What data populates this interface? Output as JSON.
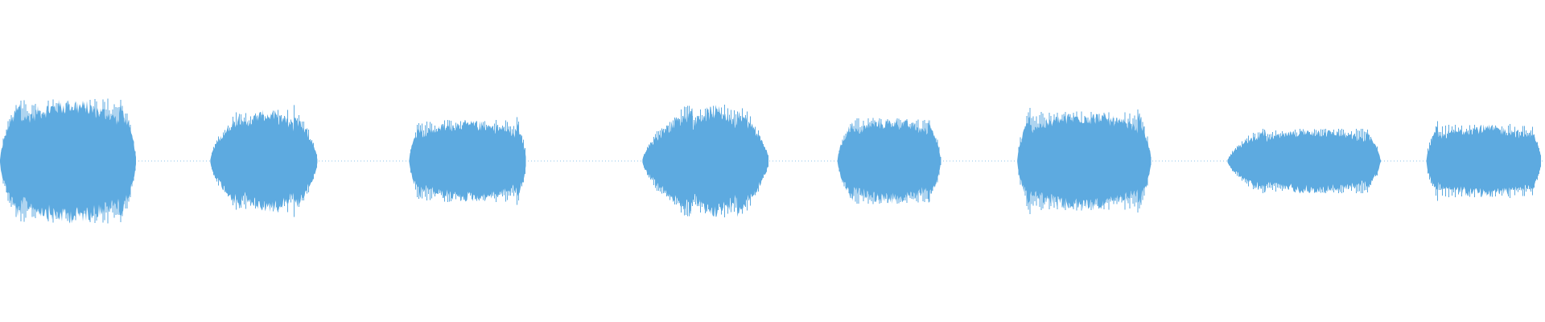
{
  "waveform": {
    "color": "#5DAAE0",
    "background": "#FFFFFF",
    "segments": [
      {
        "name": "segment-1",
        "start_sec": 0.0,
        "end_sec": 1.78,
        "peak": 0.58,
        "attack": 0.15,
        "release": 0.12
      },
      {
        "name": "segment-2",
        "start_sec": 2.75,
        "end_sec": 4.15,
        "peak": 0.48,
        "attack": 0.3,
        "release": 0.22
      },
      {
        "name": "segment-3",
        "start_sec": 5.35,
        "end_sec": 6.88,
        "peak": 0.38,
        "attack": 0.1,
        "release": 0.08
      },
      {
        "name": "segment-4",
        "start_sec": 8.4,
        "end_sec": 10.05,
        "peak": 0.52,
        "attack": 0.4,
        "release": 0.25
      },
      {
        "name": "segment-5",
        "start_sec": 10.95,
        "end_sec": 12.3,
        "peak": 0.4,
        "attack": 0.15,
        "release": 0.12
      },
      {
        "name": "segment-6",
        "start_sec": 13.3,
        "end_sec": 15.05,
        "peak": 0.46,
        "attack": 0.1,
        "release": 0.1
      },
      {
        "name": "segment-7",
        "start_sec": 16.05,
        "end_sec": 18.05,
        "peak": 0.3,
        "attack": 0.25,
        "release": 0.1
      },
      {
        "name": "segment-8",
        "start_sec": 18.65,
        "end_sec": 20.15,
        "peak": 0.34,
        "attack": 0.1,
        "release": 0.1
      }
    ],
    "duration_sec": 20.2
  }
}
